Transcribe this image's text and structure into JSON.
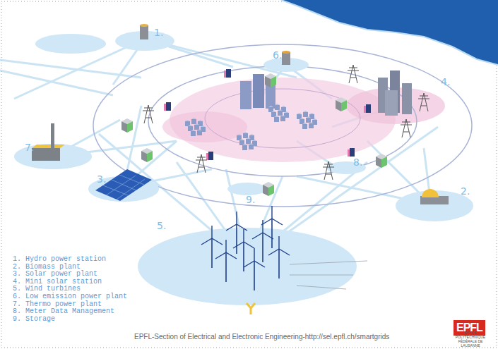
{
  "diagram": {
    "labels": [
      "1.",
      "2.",
      "3.",
      "4.",
      "5.",
      "6.",
      "7.",
      "8.",
      "9.",
      "1. Hydro power station",
      "2. Biomass plant",
      "3. Solar power plant",
      "4. Mini solar station",
      "5. Wind turbines",
      "6. Low emission power plant",
      "7. Thermo power plant",
      "8. Meter Data Management",
      "9. Storage",
      "EPFL-Section of Electrical and Electronic Engineering-http://sel.epfl.ch/smartgrids",
      "EPFL",
      "ÉCOLE POLYTECHNIQUE FÉDÉRALE DE LAUSANNE"
    ]
  }
}
